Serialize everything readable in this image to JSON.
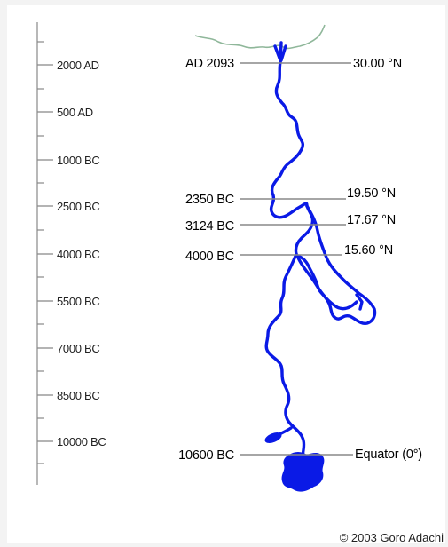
{
  "timeline": {
    "ticks": [
      "2000 AD",
      "500 AD",
      "1000 BC",
      "2500 BC",
      "4000 BC",
      "5500 BC",
      "7000 BC",
      "8500 BC",
      "10000 BC"
    ]
  },
  "events": [
    {
      "date": "AD 2093",
      "latitude": "30.00 °N"
    },
    {
      "date": "2350 BC",
      "latitude": "19.50 °N"
    },
    {
      "date": "3124 BC",
      "latitude": "17.67 °N"
    },
    {
      "date": "4000 BC",
      "latitude": "15.60 °N"
    },
    {
      "date": "10600 BC",
      "latitude": "Equator (0°)"
    }
  ],
  "copyright": "© 2003 Goro Adachi",
  "colors": {
    "river": "#0a1ae6",
    "coast": "#8fb79a",
    "axis": "#888888",
    "text": "#111111"
  }
}
